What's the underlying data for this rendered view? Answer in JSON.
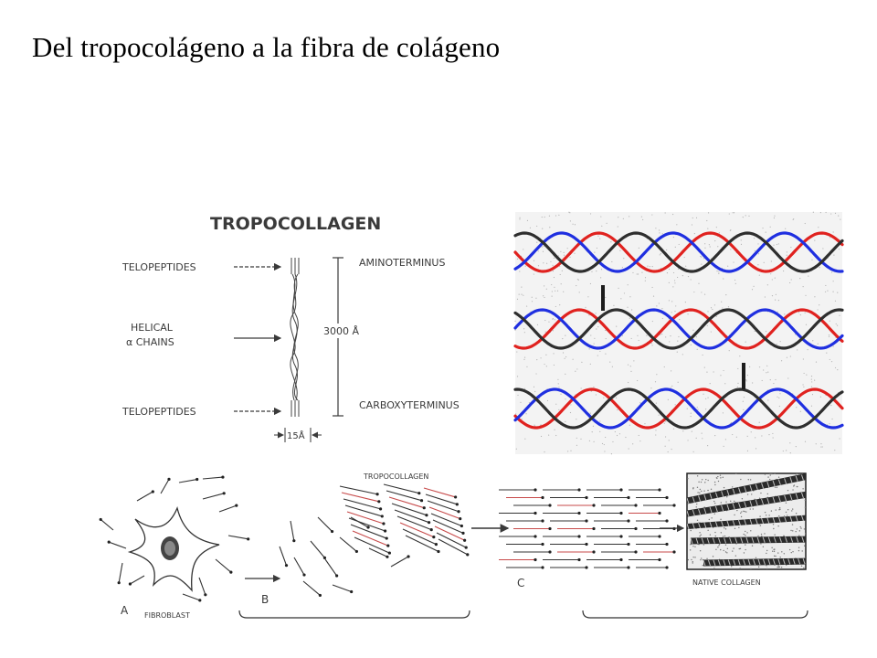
{
  "slide": {
    "title": "Del tropocolágeno a la fibra de colágeno"
  },
  "diagram": {
    "tropocollagen_panel": {
      "heading": "TROPOCOLLAGEN",
      "telopeptides_top": "TELOPEPTIDES",
      "helical_line1": "HELICAL",
      "helical_line2": "α CHAINS",
      "telopeptides_bottom": "TELOPEPTIDES",
      "aminoterminus": "AMINOTERMINUS",
      "length": "3000 Å",
      "carboxyterminus": "CARBOXYTERMINUS",
      "width": "15Å"
    },
    "triple_helix": {
      "chain_colors": [
        "#e0221f",
        "#1f2fe0",
        "#2e2e2e"
      ]
    },
    "assembly_panel": {
      "label_a": "A",
      "label_fibroblast": "FIBROBLAST",
      "label_b": "B",
      "label_tropocollagen": "TROPOCOLLAGEN",
      "label_c": "C",
      "label_native": "NATIVE COLLAGEN"
    }
  }
}
